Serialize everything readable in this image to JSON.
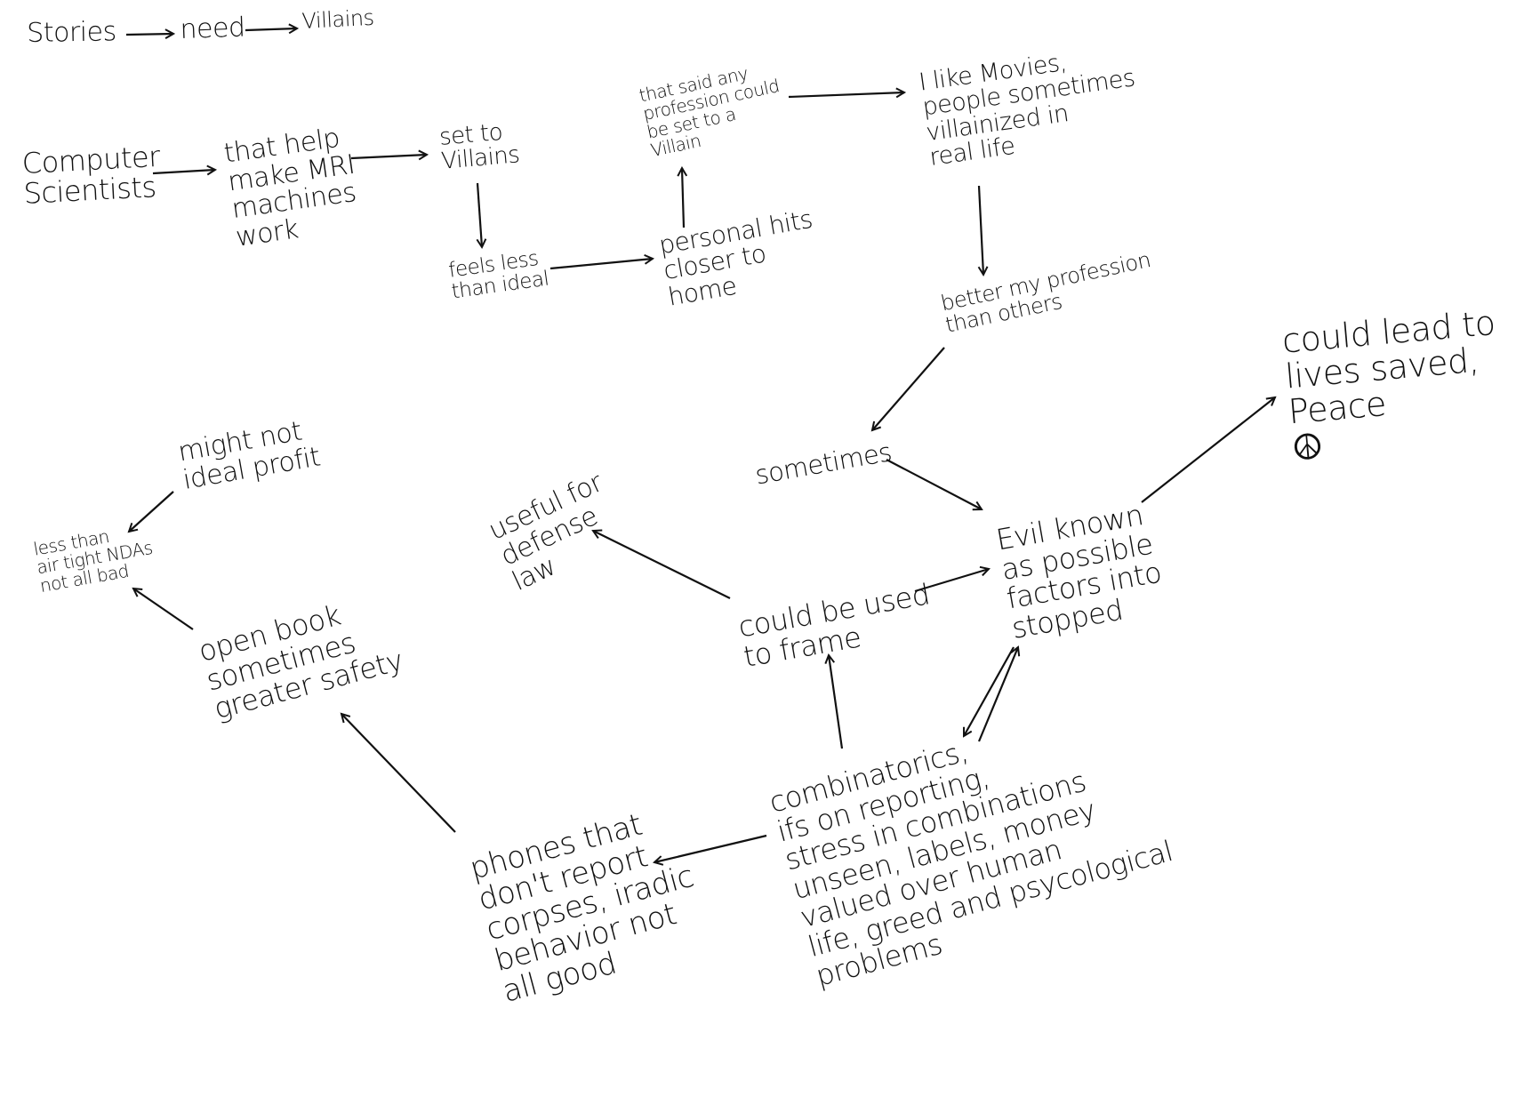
{
  "header_chain": [
    "Stories",
    "need",
    "Villains"
  ],
  "nodes": {
    "computer_scientists": "Computer\nScientists",
    "mri": "that help\nmake MRI\nmachines\nwork",
    "set_to_villains": "set to\nVillains",
    "feels_less": "feels less\nthan ideal",
    "personal_hits": "personal hits\ncloser to\nhome",
    "any_profession": "that said any\nprofession could\nbe set to a\nVillain",
    "movies": "I like Movies,\npeople sometimes\nvillainized in\nreal life",
    "better_profession": "better my profession\nthan others",
    "sometimes": "sometimes",
    "evil_known": "Evil known\nas possible\nfactors into\nstopped",
    "lives_saved": "could lead to\nlives saved,\nPeace",
    "peace_symbol": "☮",
    "frame": "could be used\nto frame",
    "defense_law": "useful for\ndefense\nlaw",
    "combinatorics": "combinatorics,\nifs on reporting,\nstress in combinations\nunseen, labels, money\nvalued over human\nlife, greed and psycological\nproblems",
    "phones": "phones that\ndon't report\ncorpses, iradic\nbehavior not\nall good",
    "open_book": "open book\nsometimes\ngreater safety",
    "ndas": "less than\nair tight NDAs\nnot all bad",
    "profit": "might not\nideal profit"
  }
}
